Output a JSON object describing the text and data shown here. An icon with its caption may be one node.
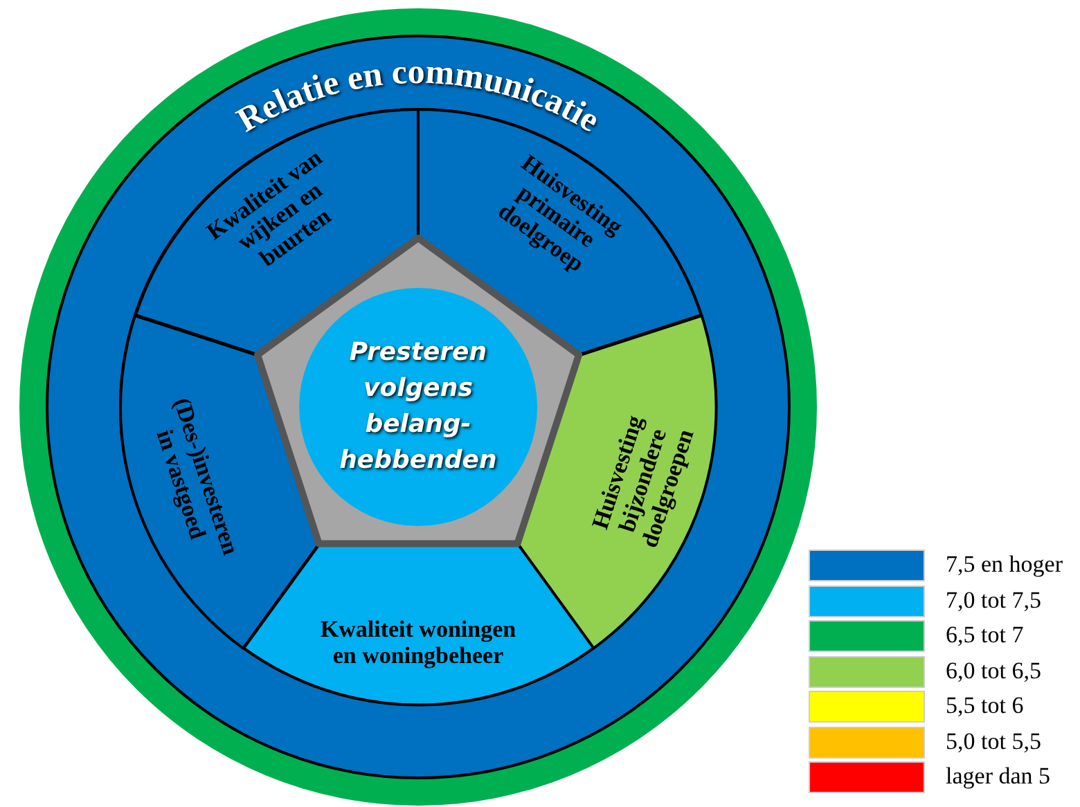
{
  "diagram": {
    "nodes": [
      {
        "text": [
          "Relatie en communicatie"
        ]
      },
      {
        "text": [
          "Kwaliteit van wijken en buurten"
        ],
        "in": 0
      },
      {
        "text": [
          "Huisvesting primaire doelgroep"
        ],
        "in": 0
      },
      {
        "text": [
          "Huisvesting bijzondere doelgroepen"
        ],
        "in": 0
      },
      {
        "text": [
          "Kwaliteit woningen en woningbeheer"
        ],
        "in": 0
      },
      {
        "text": [
          "(Des-)investeren in vastgoed"
        ],
        "in": 0
      },
      {
        "text": [
          "Presteren volgens belang-hebbenden"
        ],
        "in": 0
      }
    ],
    "edges": [],
    "legend": [
      {
        "text": "7,5 en hoger",
        "color": "#0070c0"
      },
      {
        "text": "7,0 tot 7,5",
        "color": "#00b0f0"
      },
      {
        "text": "6,5 tot 7",
        "color": "#00b050"
      },
      {
        "text": "6,0 tot 6,5",
        "color": "#92d050"
      },
      {
        "text": "5,5 tot 6",
        "color": "#ffff00"
      },
      {
        "text": "5,0 tot 5,5",
        "color": "#ffc000"
      },
      {
        "text": "lager dan 5",
        "color": "#ff0000"
      }
    ]
  }
}
